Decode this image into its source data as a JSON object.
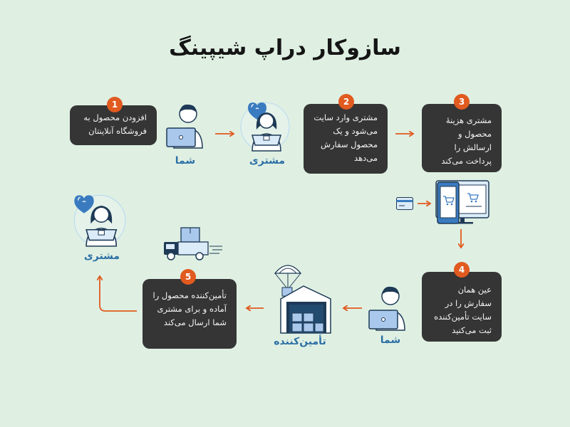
{
  "title": "سازوکار دراپ شیپینگ",
  "steps": [
    {
      "num": "1",
      "text": "افزودن محصول به فروشگاه آنلاینتان"
    },
    {
      "num": "2",
      "text": "مشتری وارد سایت می‌شود و یک محصول سفارش می‌دهد"
    },
    {
      "num": "3",
      "text": "مشتری هزینهٔ محصول و ارسالش را پرداخت می‌کند"
    },
    {
      "num": "4",
      "text": "عین همان سفارش را در سایت تأمین‌کننده ثبت می‌کنید"
    },
    {
      "num": "5",
      "text": "تأمین‌کننده محصول را آماده و برای مشتری شما ارسال می‌کند"
    }
  ],
  "labels": {
    "you_top": "شما",
    "customer_top": "مشتری",
    "customer_left": "مشتری",
    "supplier": "تأمین‌کننده",
    "you_bottom": "شما"
  },
  "colors": {
    "accent": "#e15a1f",
    "box": "#353535",
    "label": "#2d6fa5",
    "background": "#dff0e3"
  }
}
